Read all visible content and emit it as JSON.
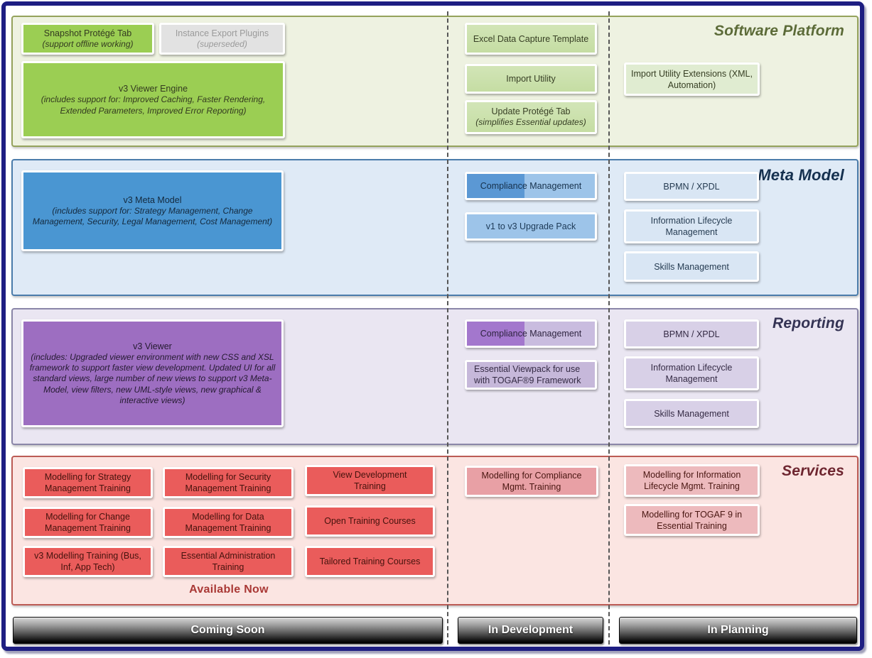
{
  "colors": {
    "frame_border": "#1e1e82",
    "dashed_divider": "#565656",
    "platform_accent": "#9bce53",
    "meta_accent": "#4a96d2",
    "reporting_accent": "#9d6ec1",
    "services_accent": "#ea5c5b",
    "status_bar_text": "#ffffff"
  },
  "bands": {
    "platform": {
      "title": "Software Platform",
      "boxes": {
        "snapshot": {
          "label": "Snapshot Protégé Tab",
          "sub": "(support offline working)"
        },
        "instance_export": {
          "label": "Instance Export Plugins",
          "sub": "(superseded)"
        },
        "viewer_engine": {
          "label": "v3 Viewer Engine",
          "sub": "(includes support for: Improved Caching, Faster Rendering, Extended Parameters,  Improved Error Reporting)"
        },
        "excel": {
          "label": "Excel Data Capture Template"
        },
        "import_utility": {
          "label": "Import Utility"
        },
        "update_protege": {
          "label": "Update Protégé Tab",
          "sub": "(simplifies Essential updates)"
        },
        "import_ext": {
          "label": "Import Utility Extensions (XML, Automation)"
        }
      }
    },
    "meta": {
      "title": "Meta Model",
      "boxes": {
        "meta_model": {
          "label": "v3 Meta Model",
          "sub": "(includes support for: Strategy Management, Change Management, Security, Legal Management, Cost Management)"
        },
        "compliance": {
          "label": "Compliance Management"
        },
        "upgrade": {
          "label": "v1 to v3 Upgrade Pack"
        },
        "bpmn": {
          "label": "BPMN / XPDL"
        },
        "ilm": {
          "label": "Information Lifecycle Management"
        },
        "skills": {
          "label": "Skills Management"
        }
      }
    },
    "reporting": {
      "title": "Reporting",
      "boxes": {
        "viewer": {
          "label": "v3 Viewer",
          "sub": "(includes: Upgraded viewer environment with new CSS and XSL framework to support faster view development. Updated UI for all standard views, large number of new views to support v3 Meta-Model, view filters, new UML-style views, new graphical & interactive views)"
        },
        "compliance": {
          "label": "Compliance Management"
        },
        "viewpack": {
          "label": "Essential Viewpack for use with TOGAF®9 Framework"
        },
        "bpmn": {
          "label": "BPMN / XPDL"
        },
        "ilm": {
          "label": "Information Lifecycle Management"
        },
        "skills": {
          "label": "Skills Management"
        }
      }
    },
    "services": {
      "title": "Services",
      "note": "Available Now",
      "boxes": {
        "strategy": {
          "label": "Modelling for Strategy Management Training"
        },
        "security": {
          "label": "Modelling for Security Management Training"
        },
        "view_dev": {
          "label": "View Development Training"
        },
        "change": {
          "label": "Modelling for Change Management Training"
        },
        "data": {
          "label": "Modelling for Data Management Training"
        },
        "open": {
          "label": "Open Training Courses"
        },
        "v3_training": {
          "label": "v3 Modelling Training (Bus, Inf, App Tech)"
        },
        "essential_admin": {
          "label": "Essential Administration Training"
        },
        "tailored": {
          "label": "Tailored Training Courses"
        },
        "compliance_training": {
          "label": "Modelling for Compliance Mgmt. Training"
        },
        "ilm_training": {
          "label": "Modelling for Information Lifecycle Mgmt. Training"
        },
        "togaf_training": {
          "label": "Modelling for TOGAF 9 in Essential Training"
        }
      }
    }
  },
  "status_bars": {
    "coming_soon": "Coming Soon",
    "in_development": "In Development",
    "in_planning": "In Planning"
  }
}
